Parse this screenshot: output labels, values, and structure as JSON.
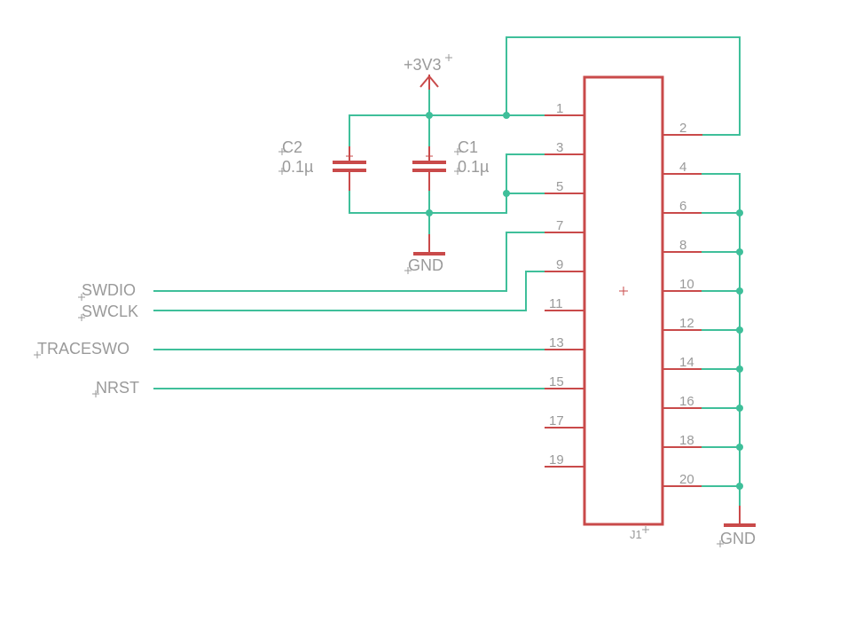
{
  "power": {
    "vcc_label": "+3V3",
    "gnd_left_label": "GND",
    "gnd_right_label": "GND"
  },
  "capacitors": [
    {
      "name": "C2",
      "value": "0.1µ"
    },
    {
      "name": "C1",
      "value": "0.1µ"
    }
  ],
  "connector": {
    "name": "J1",
    "left_pins": [
      "1",
      "3",
      "5",
      "7",
      "9",
      "11",
      "13",
      "15",
      "17",
      "19"
    ],
    "right_pins": [
      "2",
      "4",
      "6",
      "8",
      "10",
      "12",
      "14",
      "16",
      "18",
      "20"
    ]
  },
  "nets": {
    "swdio": "SWDIO",
    "swclk": "SWCLK",
    "traceswo": "TRACESWO",
    "nrst": "NRST"
  },
  "colors": {
    "wire": "#3fbf9a",
    "part": "#c94a4a",
    "text": "#9a9a9a"
  }
}
